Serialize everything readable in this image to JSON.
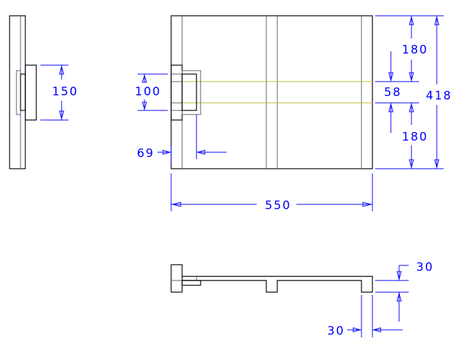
{
  "drawing": {
    "views": [
      "side-view",
      "front-view",
      "bottom-view"
    ],
    "dimensions": {
      "handle_height_side": "150",
      "handle_inner_height": "100",
      "handle_offset": "69",
      "total_width": "550",
      "total_height": "418",
      "upper_segment": "180",
      "lower_segment": "180",
      "gap": "58",
      "rib_depth": "30",
      "rib_width": "30"
    },
    "colors": {
      "dimension": "#0000ff",
      "object": "#000000",
      "hidden": "#5a5a7a",
      "centerline": "#b8b830"
    }
  }
}
